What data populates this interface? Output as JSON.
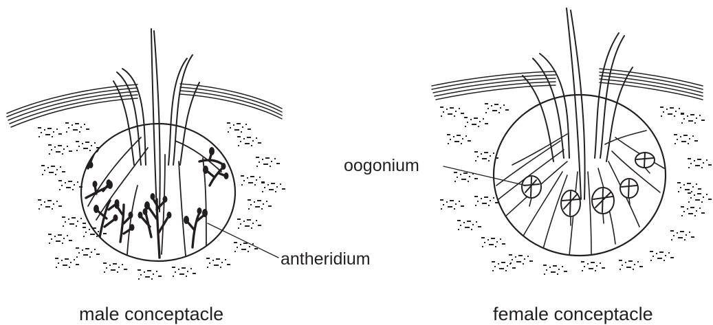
{
  "colors": {
    "ink": "#231f20",
    "background": "#ffffff"
  },
  "male": {
    "caption": "male conceptacle",
    "label_antheridium": "antheridium"
  },
  "female": {
    "caption": "female conceptacle",
    "label_oogonium": "oogonium"
  }
}
